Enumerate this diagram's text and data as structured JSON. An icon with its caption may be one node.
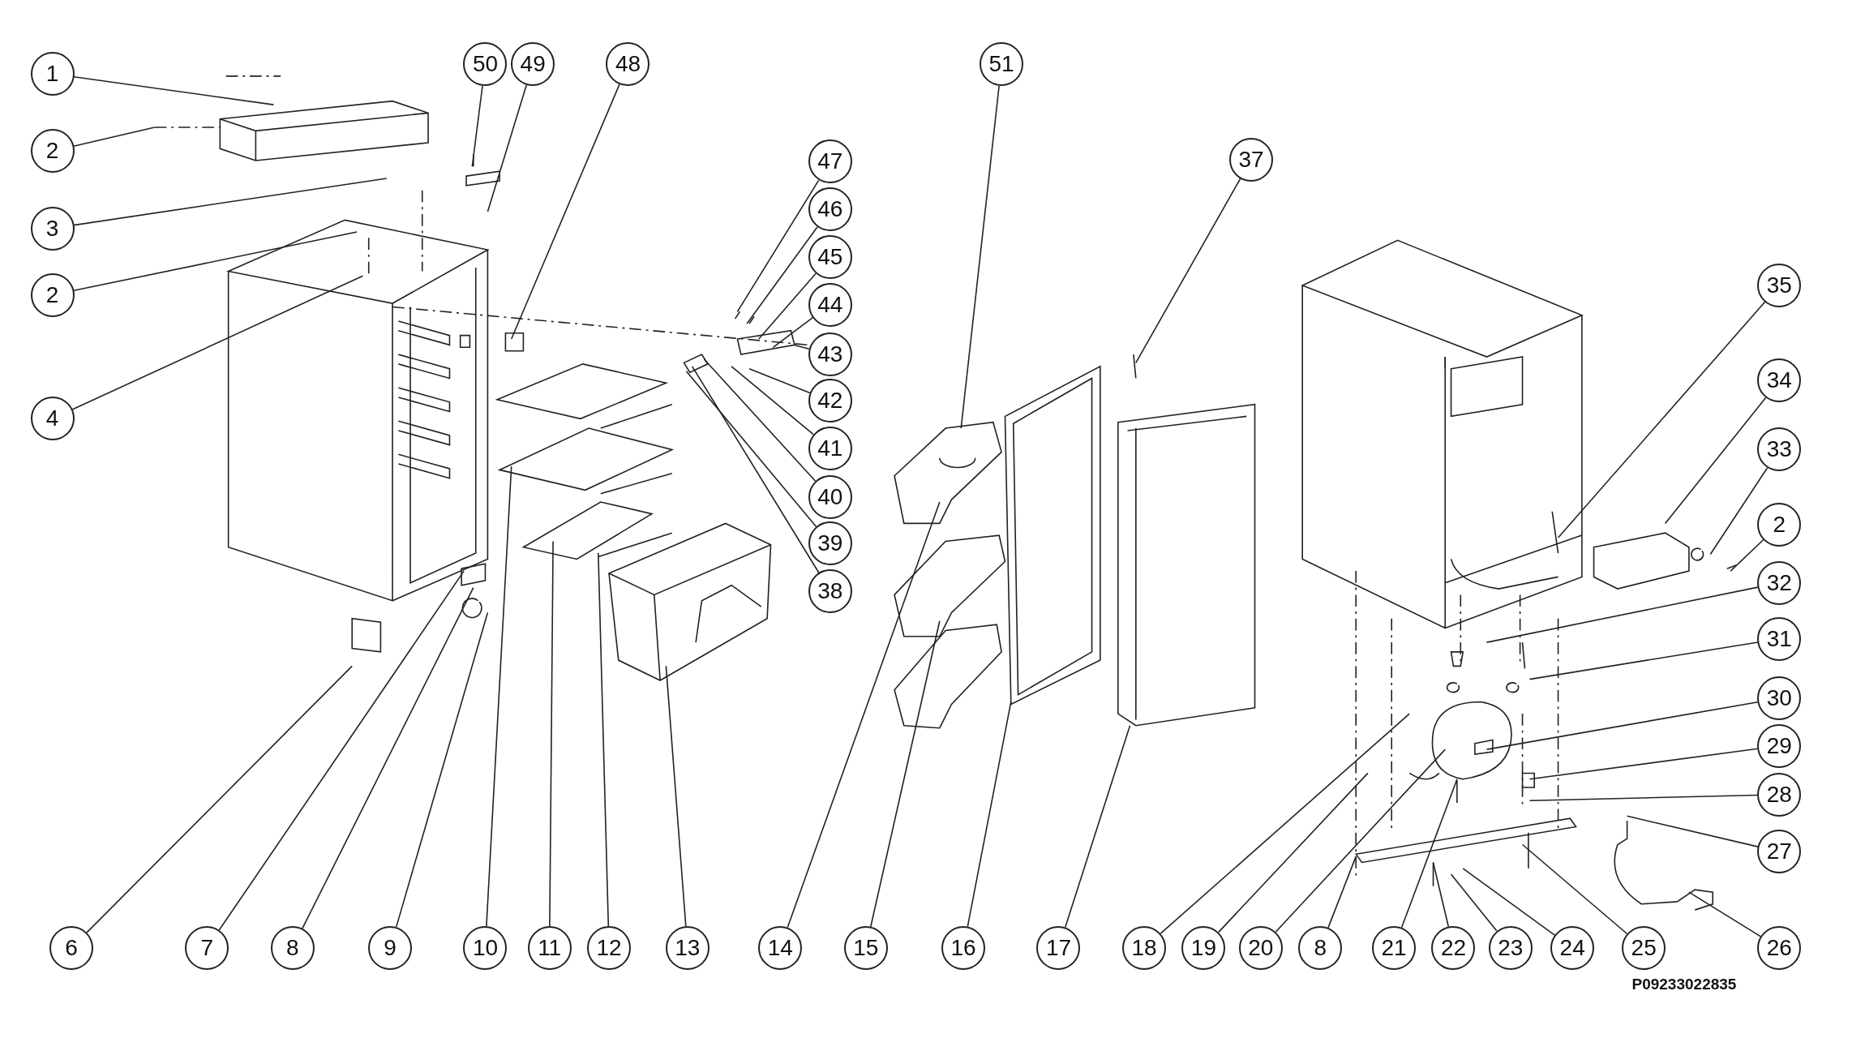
{
  "diagram": {
    "nodes": [
      {
        "text": [
          "1"
        ]
      },
      {
        "text": [
          "2"
        ]
      },
      {
        "text": [
          "3"
        ]
      },
      {
        "text": [
          "2"
        ]
      },
      {
        "text": [
          "4"
        ]
      },
      {
        "text": [
          "50"
        ]
      },
      {
        "text": [
          "49"
        ]
      },
      {
        "text": [
          "48"
        ]
      },
      {
        "text": [
          "51"
        ]
      },
      {
        "text": [
          "47"
        ]
      },
      {
        "text": [
          "46"
        ]
      },
      {
        "text": [
          "45"
        ]
      },
      {
        "text": [
          "44"
        ]
      },
      {
        "text": [
          "43"
        ]
      },
      {
        "text": [
          "42"
        ]
      },
      {
        "text": [
          "41"
        ]
      },
      {
        "text": [
          "40"
        ]
      },
      {
        "text": [
          "39"
        ]
      },
      {
        "text": [
          "38"
        ]
      },
      {
        "text": [
          "37"
        ]
      },
      {
        "text": [
          "35"
        ]
      },
      {
        "text": [
          "34"
        ]
      },
      {
        "text": [
          "33"
        ]
      },
      {
        "text": [
          "2"
        ]
      },
      {
        "text": [
          "32"
        ]
      },
      {
        "text": [
          "31"
        ]
      },
      {
        "text": [
          "30"
        ]
      },
      {
        "text": [
          "29"
        ]
      },
      {
        "text": [
          "28"
        ]
      },
      {
        "text": [
          "27"
        ]
      },
      {
        "text": [
          "6"
        ]
      },
      {
        "text": [
          "7"
        ]
      },
      {
        "text": [
          "8"
        ]
      },
      {
        "text": [
          "9"
        ]
      },
      {
        "text": [
          "10"
        ]
      },
      {
        "text": [
          "11"
        ]
      },
      {
        "text": [
          "12"
        ]
      },
      {
        "text": [
          "13"
        ]
      },
      {
        "text": [
          "14"
        ]
      },
      {
        "text": [
          "15"
        ]
      },
      {
        "text": [
          "16"
        ]
      },
      {
        "text": [
          "17"
        ]
      },
      {
        "text": [
          "18"
        ]
      },
      {
        "text": [
          "19"
        ]
      },
      {
        "text": [
          "20"
        ]
      },
      {
        "text": [
          "8"
        ]
      },
      {
        "text": [
          "21"
        ]
      },
      {
        "text": [
          "22"
        ]
      },
      {
        "text": [
          "23"
        ]
      },
      {
        "text": [
          "24"
        ]
      },
      {
        "text": [
          "25"
        ]
      },
      {
        "text": [
          "26"
        ]
      }
    ],
    "edges": [
      {
        "from": 0,
        "to": null,
        "arrow": "none"
      },
      {
        "from": 1,
        "to": null,
        "arrow": "none"
      },
      {
        "from": 2,
        "to": null,
        "arrow": "none"
      },
      {
        "from": 3,
        "to": null,
        "arrow": "none"
      },
      {
        "from": 4,
        "to": null,
        "arrow": "none"
      },
      {
        "from": 5,
        "to": null,
        "arrow": "none"
      },
      {
        "from": 6,
        "to": null,
        "arrow": "none"
      },
      {
        "from": 7,
        "to": null,
        "arrow": "none"
      },
      {
        "from": 8,
        "to": null,
        "arrow": "none"
      },
      {
        "from": 9,
        "to": null,
        "arrow": "none"
      },
      {
        "from": 10,
        "to": null,
        "arrow": "none"
      },
      {
        "from": 11,
        "to": null,
        "arrow": "none"
      },
      {
        "from": 12,
        "to": null,
        "arrow": "none"
      },
      {
        "from": 13,
        "to": null,
        "arrow": "none"
      },
      {
        "from": 14,
        "to": null,
        "arrow": "none"
      },
      {
        "from": 15,
        "to": null,
        "arrow": "none"
      },
      {
        "from": 16,
        "to": null,
        "arrow": "none"
      },
      {
        "from": 17,
        "to": null,
        "arrow": "none"
      },
      {
        "from": 18,
        "to": null,
        "arrow": "none"
      },
      {
        "from": 19,
        "to": null,
        "arrow": "none"
      },
      {
        "from": 20,
        "to": null,
        "arrow": "none"
      },
      {
        "from": 21,
        "to": null,
        "arrow": "none"
      },
      {
        "from": 22,
        "to": null,
        "arrow": "none"
      },
      {
        "from": 23,
        "to": null,
        "arrow": "none"
      },
      {
        "from": 24,
        "to": null,
        "arrow": "none"
      },
      {
        "from": 25,
        "to": null,
        "arrow": "none"
      },
      {
        "from": 26,
        "to": null,
        "arrow": "none"
      },
      {
        "from": 27,
        "to": null,
        "arrow": "none"
      },
      {
        "from": 28,
        "to": null,
        "arrow": "none"
      },
      {
        "from": 29,
        "to": null,
        "arrow": "none"
      },
      {
        "from": 30,
        "to": null,
        "arrow": "none"
      },
      {
        "from": 31,
        "to": null,
        "arrow": "none"
      },
      {
        "from": 32,
        "to": null,
        "arrow": "none"
      },
      {
        "from": 33,
        "to": null,
        "arrow": "none"
      },
      {
        "from": 34,
        "to": null,
        "arrow": "none"
      },
      {
        "from": 35,
        "to": null,
        "arrow": "none"
      },
      {
        "from": 36,
        "to": null,
        "arrow": "none"
      },
      {
        "from": 37,
        "to": null,
        "arrow": "none"
      },
      {
        "from": 38,
        "to": null,
        "arrow": "none"
      },
      {
        "from": 39,
        "to": null,
        "arrow": "none"
      },
      {
        "from": 40,
        "to": null,
        "arrow": "none"
      },
      {
        "from": 41,
        "to": null,
        "arrow": "none"
      },
      {
        "from": 42,
        "to": null,
        "arrow": "none"
      },
      {
        "from": 43,
        "to": null,
        "arrow": "none"
      },
      {
        "from": 44,
        "to": null,
        "arrow": "none"
      },
      {
        "from": 45,
        "to": null,
        "arrow": "none"
      },
      {
        "from": 46,
        "to": null,
        "arrow": "none"
      },
      {
        "from": 47,
        "to": null,
        "arrow": "none"
      },
      {
        "from": 48,
        "to": null,
        "arrow": "none"
      },
      {
        "from": 49,
        "to": null,
        "arrow": "none"
      },
      {
        "from": 50,
        "to": null,
        "arrow": "none"
      },
      {
        "from": 51,
        "to": null,
        "arrow": "none"
      }
    ],
    "labels": [
      "P09233022835"
    ]
  }
}
